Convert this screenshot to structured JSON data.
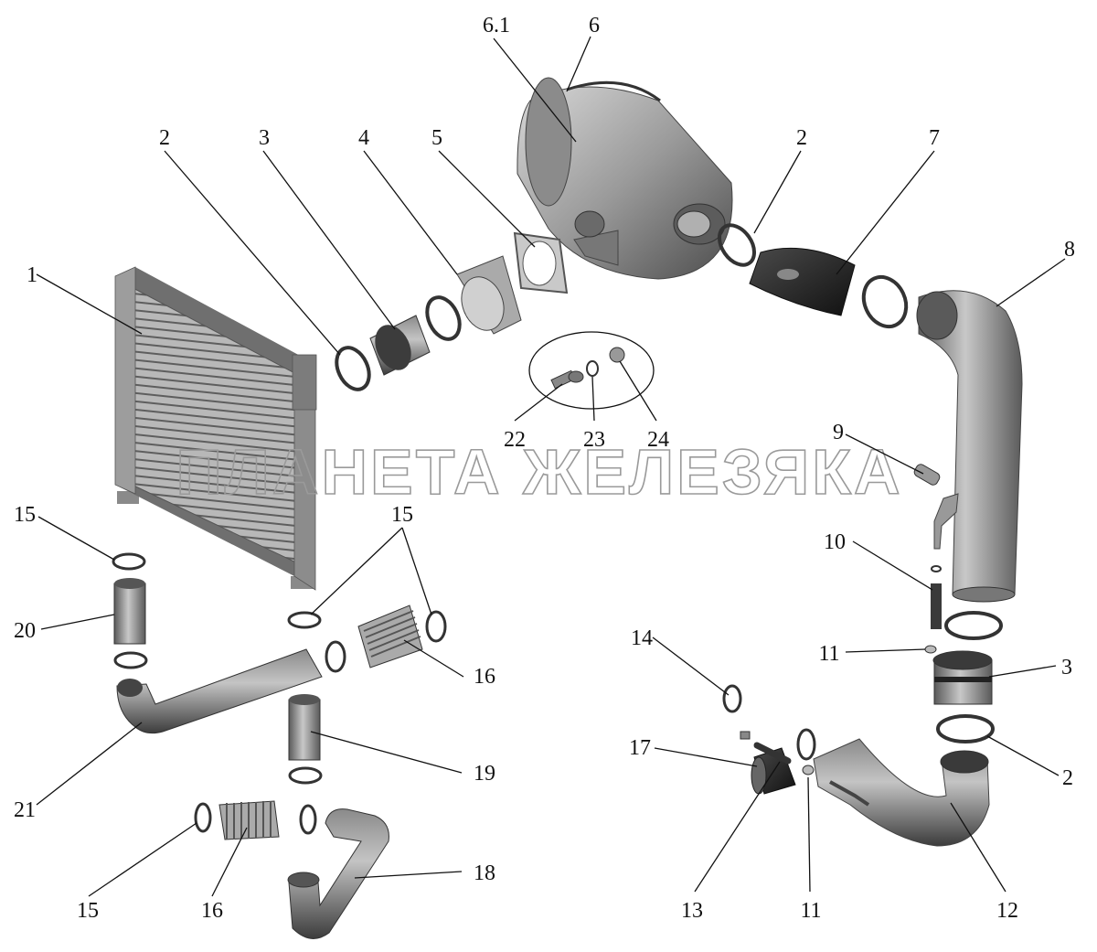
{
  "watermark": "ПЛАНЕТА ЖЕЛЕЗЯКА",
  "callouts": {
    "c6_1": "6.1",
    "c6": "6",
    "c2a": "2",
    "c3a": "3",
    "c4": "4",
    "c5": "5",
    "c2b": "2",
    "c7": "7",
    "c1": "1",
    "c8": "8",
    "c22": "22",
    "c23": "23",
    "c24": "24",
    "c9": "9",
    "c15a": "15",
    "c15b": "15",
    "c10": "10",
    "c20": "20",
    "c16a": "16",
    "c14": "14",
    "c11a": "11",
    "c3b": "3",
    "c17": "17",
    "c2c": "2",
    "c19": "19",
    "c21": "21",
    "c18": "18",
    "c15c": "15",
    "c16b": "16",
    "c13": "13",
    "c11b": "11",
    "c12": "12"
  }
}
